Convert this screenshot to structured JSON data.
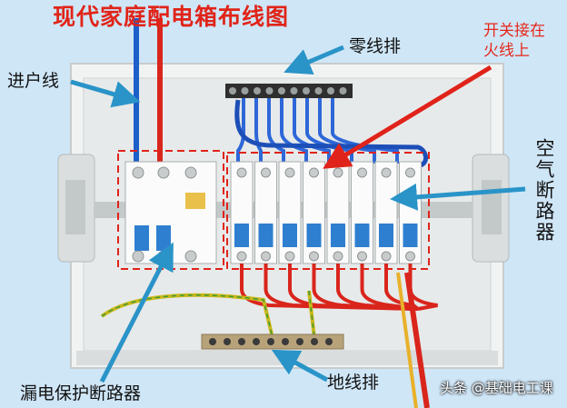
{
  "title": "现代家庭配电箱布线图",
  "labels": {
    "neutral_bar": "零线排",
    "incoming_line": "进户线",
    "switch_note_line1": "开关接在",
    "switch_note_line2": "火线上",
    "air_breaker": "空气断路器",
    "rcd_breaker": "漏电保护断路器",
    "ground_bar": "地线排"
  },
  "watermark": "头条 @基础电工课",
  "colors": {
    "title": "#e02418",
    "red_note": "#e5281c",
    "arrow_blue": "#2a94c8",
    "arrow_red": "#e0231a",
    "background": "#cfe6f7"
  }
}
